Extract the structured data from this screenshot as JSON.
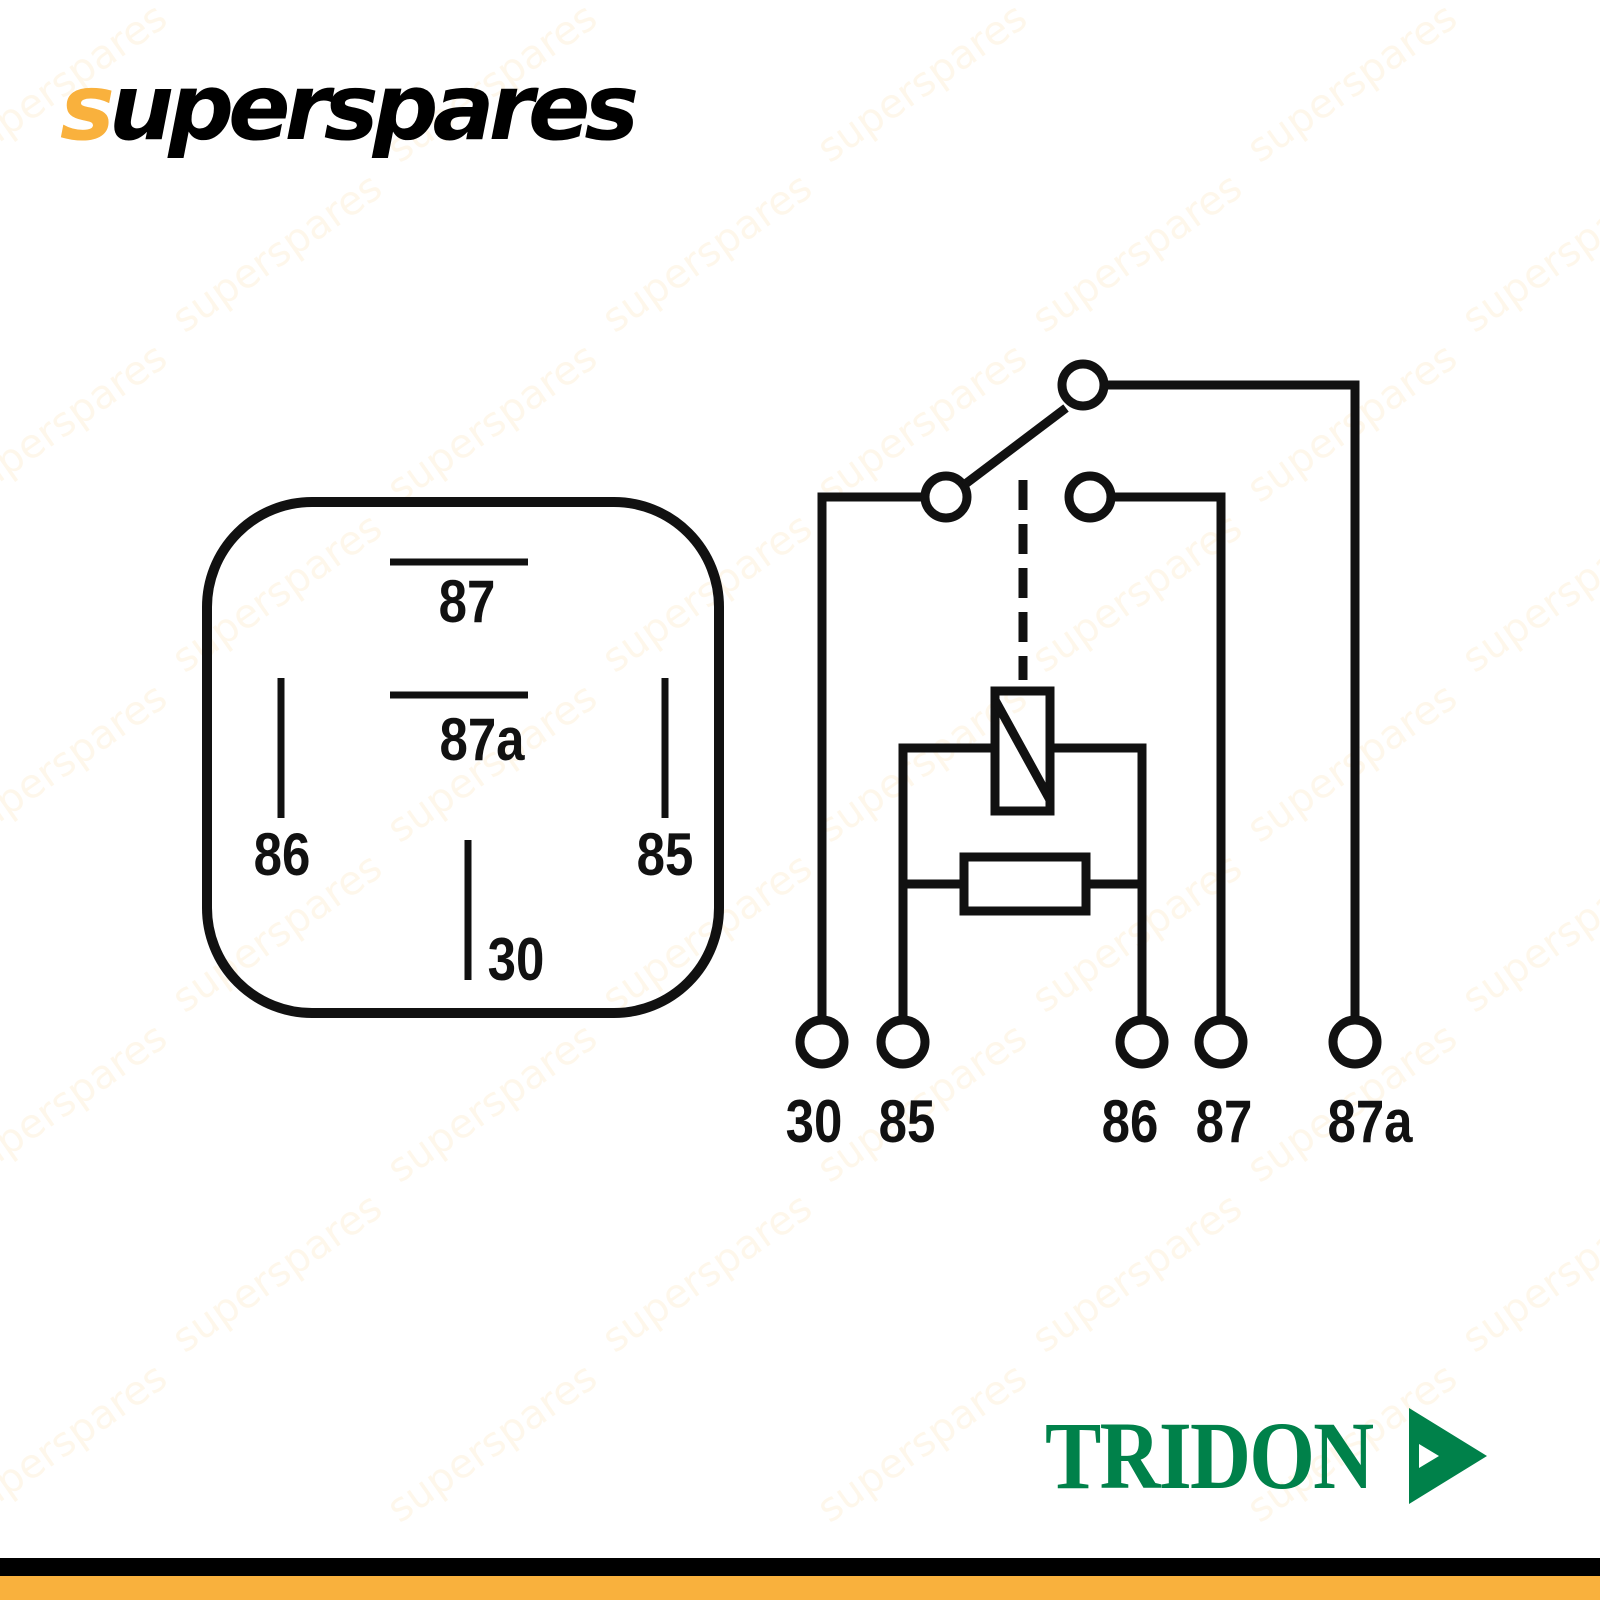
{
  "brand": {
    "logo_first_letter": "s",
    "logo_rest": "uperspares",
    "watermark": "superspares",
    "accent_color": "#f9b13d",
    "manufacturer": "TRIDON",
    "manufacturer_color": "#00814a"
  },
  "relay_top_view": {
    "terminals": [
      "87",
      "87a",
      "86",
      "85",
      "30"
    ]
  },
  "schematic": {
    "pins": [
      "30",
      "85",
      "86",
      "87",
      "87a"
    ]
  }
}
